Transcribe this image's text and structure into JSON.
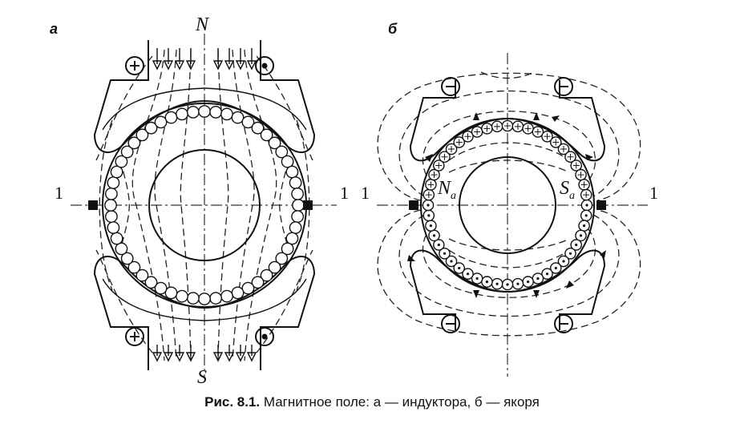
{
  "panels": {
    "a": {
      "letter": "а",
      "north_label": "N",
      "south_label": "S",
      "axis_left": "1",
      "axis_right": "1"
    },
    "b": {
      "letter": "б",
      "armature_north": "N",
      "armature_north_sub": "a",
      "armature_south": "S",
      "armature_south_sub": "a",
      "axis_left": "1",
      "axis_right": "1"
    }
  },
  "caption": {
    "label": "Рис. 8.1.",
    "text": " Магнитное поле: а — индуктора, б — якоря"
  }
}
